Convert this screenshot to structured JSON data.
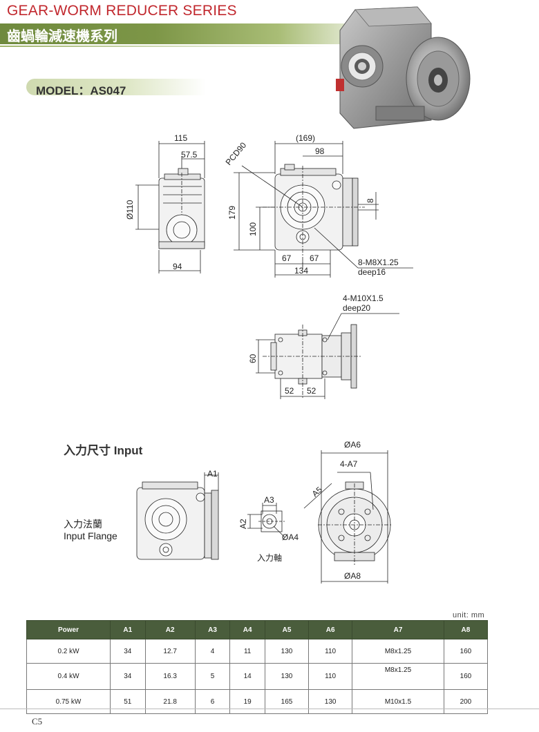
{
  "header": {
    "title_en": "GEAR-WORM REDUCER SERIES",
    "title_cn": "齒蝸輪減速機系列",
    "model": "MODEL：AS047"
  },
  "front_view": {
    "width_total": "115",
    "width_half": "57.5",
    "dia": "Ø110",
    "bottom_width": "94"
  },
  "side_view": {
    "pcd": "PCD90",
    "length_total": "(169)",
    "length_partial": "98",
    "height_total": "179",
    "height_shaft": "100",
    "half_left": "67",
    "half_right": "67",
    "base_length": "134",
    "shaft_offset": "8",
    "holes_1": "8-M8X1.25",
    "holes_1_depth": "deep16"
  },
  "bottom_view": {
    "holes_2": "4-M10X1.5",
    "holes_2_depth": "deep20",
    "height": "60",
    "span_left": "52",
    "span_right": "52"
  },
  "input": {
    "title": "入力尺寸 Input",
    "flange_cn": "入力法蘭",
    "flange_en": "Input Flange",
    "shaft_cn": "入力軸",
    "labels": {
      "a1": "A1",
      "a2": "A2",
      "a3": "A3",
      "a4": "ØA4",
      "a5": "A5",
      "a6": "ØA6",
      "a7": "4-A7",
      "a8": "ØA8"
    }
  },
  "table": {
    "unit": "unit: mm",
    "headers": [
      "Power",
      "A1",
      "A2",
      "A3",
      "A4",
      "A5",
      "A6",
      "A7",
      "A8"
    ],
    "rows": [
      [
        "0.2 kW",
        "34",
        "12.7",
        "4",
        "11",
        "130",
        "110",
        "M8x1.25",
        "160"
      ],
      [
        "0.4 kW",
        "34",
        "16.3",
        "5",
        "14",
        "130",
        "110",
        "M8x1.25",
        "160"
      ],
      [
        "0.75 kW",
        "51",
        "21.8",
        "6",
        "19",
        "165",
        "130",
        "M10x1.5",
        "200"
      ]
    ]
  },
  "footer": {
    "page": "C5"
  }
}
